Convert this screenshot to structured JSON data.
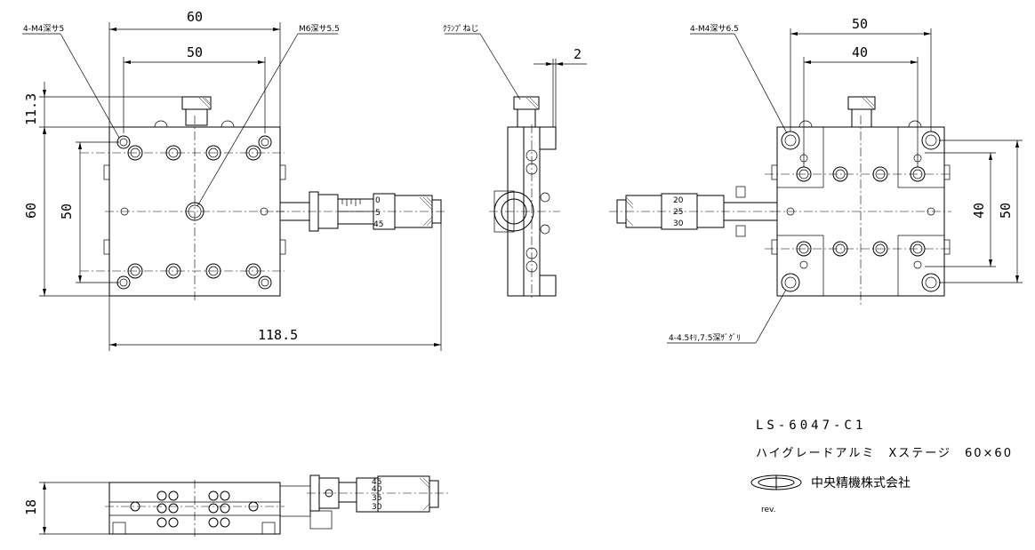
{
  "dimensions": {
    "front_width_60": "60",
    "front_hole_pitch_50": "50",
    "front_height_60": "60",
    "front_hole_pitch_v_50": "50",
    "knob_offset": "11.3",
    "overall_length": "118.5",
    "side_gap": "2",
    "rear_width_50": "50",
    "rear_pitch_40": "40",
    "rear_height_40": "40",
    "rear_height_50": "50",
    "bottom_height": "18"
  },
  "callouts": {
    "m4_depth5": "4-M4深サ5",
    "m6_depth55": "M6深サ5.5",
    "clamp_screw": "ｸﾗﾝﾌﾟねじ",
    "m4_depth65": "4-M4深サ6.5",
    "counterbore": "4-4.5ｷﾘ,7.5深ｻﾞｸﾞﾘ"
  },
  "micrometer": {
    "front_marks": [
      "0",
      "5",
      "45"
    ],
    "rear_marks": [
      "20",
      "25",
      "30"
    ],
    "bottom_marks": [
      "45",
      "40",
      "35",
      "30"
    ]
  },
  "title_block": {
    "model": "LS-6047-C1",
    "description": "ハイグレードアルミ　Xステージ　60×60",
    "company": "中央精機株式会社",
    "revision": "rev."
  }
}
